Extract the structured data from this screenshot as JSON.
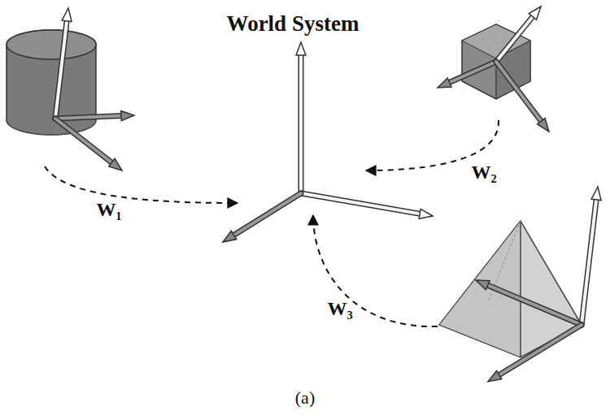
{
  "diagram": {
    "title": "World System",
    "caption": "(a)",
    "labels": [
      "W₁",
      "W₂",
      "W₃"
    ]
  }
}
